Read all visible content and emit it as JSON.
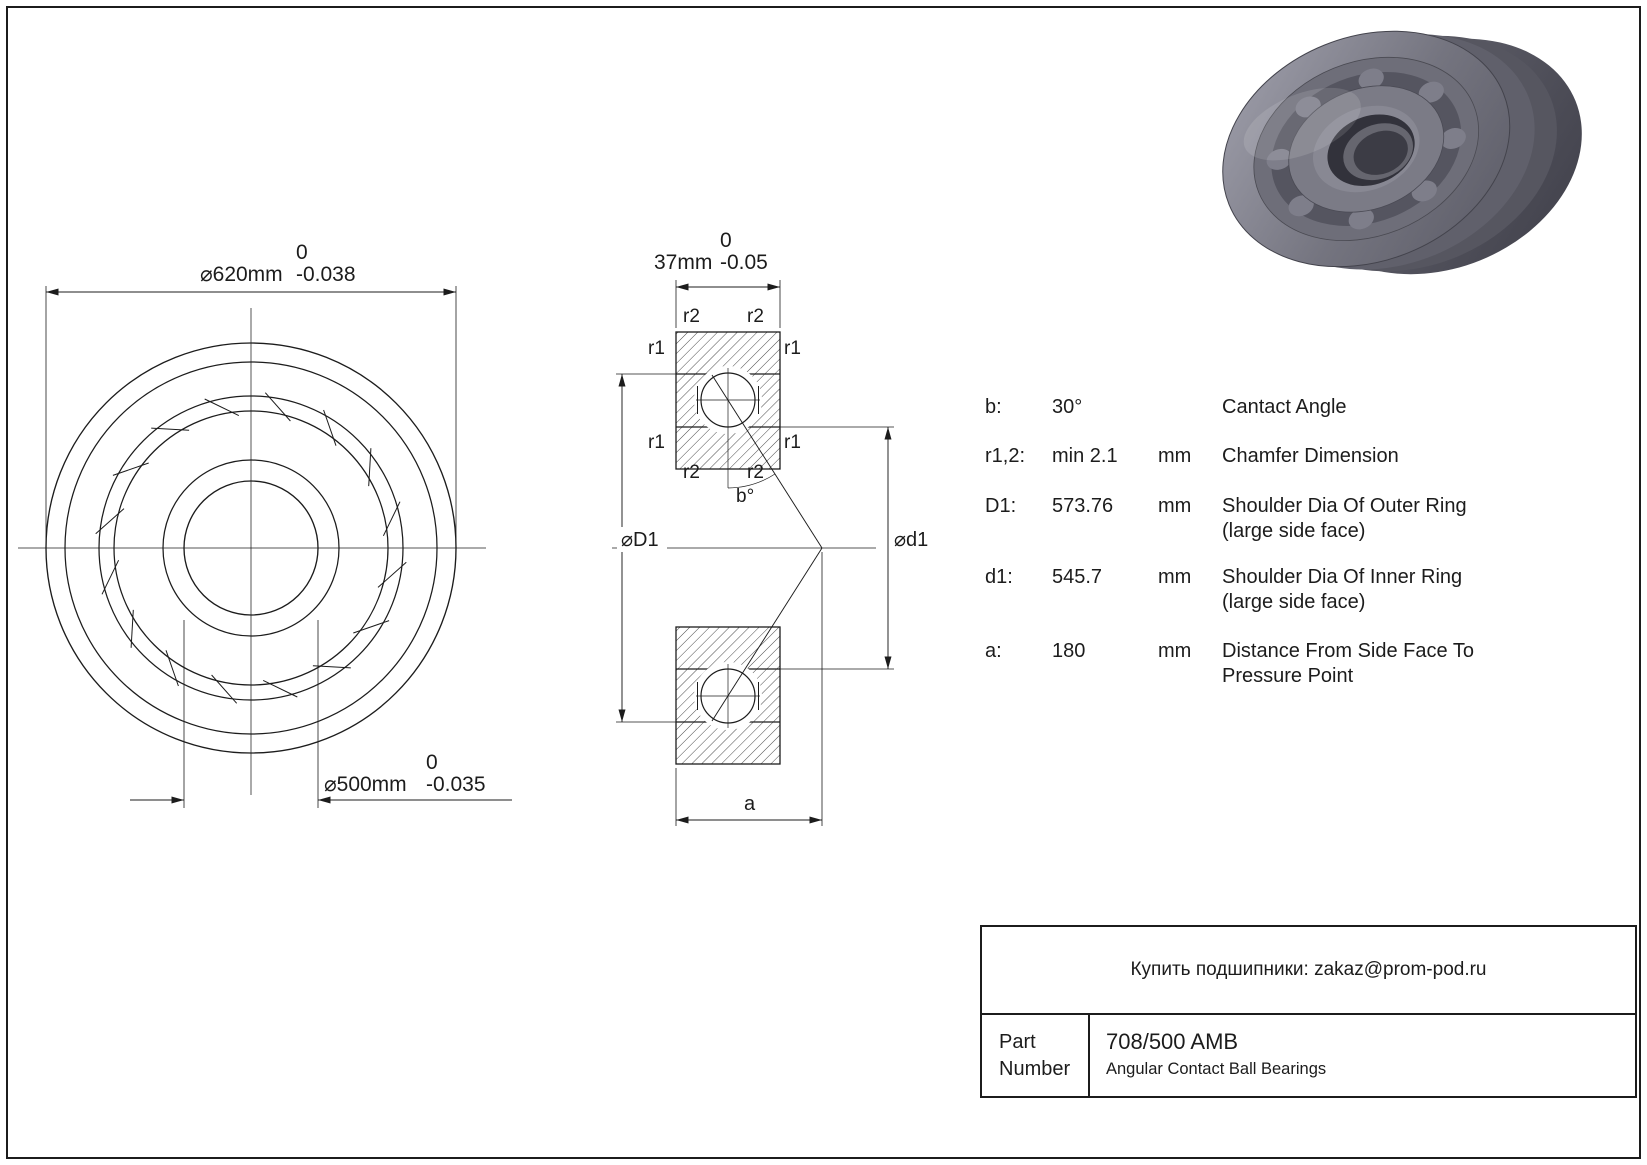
{
  "front_view": {
    "dim_outer": {
      "main": "⌀620mm",
      "tol_upper": "0",
      "tol_lower": "-0.038"
    },
    "dim_bore": {
      "main": "⌀500mm",
      "tol_upper": "0",
      "tol_lower": "-0.035"
    }
  },
  "section_view": {
    "dim_width": {
      "main": "37mm",
      "tol_upper": "0",
      "tol_lower": "-0.05"
    },
    "label_r1": "r1",
    "label_r2": "r2",
    "label_outer_shoulder": "⌀D1",
    "label_inner_shoulder": "⌀d1",
    "label_contact_angle": "b°",
    "label_pressure_distance": "a"
  },
  "specs": {
    "rows": [
      {
        "key": "b:",
        "value": "30°",
        "unit": "",
        "desc_line1": "Cantact Angle",
        "desc_line2": ""
      },
      {
        "key": "r1,2:",
        "value": "min 2.1",
        "unit": "mm",
        "desc_line1": "Chamfer Dimension",
        "desc_line2": ""
      },
      {
        "key": "D1:",
        "value": "573.76",
        "unit": "mm",
        "desc_line1": "Shoulder Dia Of Outer Ring",
        "desc_line2": "(large side face)"
      },
      {
        "key": "d1:",
        "value": "545.7",
        "unit": "mm",
        "desc_line1": "Shoulder Dia Of Inner Ring",
        "desc_line2": "(large side face)"
      },
      {
        "key": "a:",
        "value": "180",
        "unit": "mm",
        "desc_line1": "Distance From Side Face To",
        "desc_line2": "Pressure Point"
      }
    ]
  },
  "title_block": {
    "contact_line": "Купить подшипники: zakaz@prom-pod.ru",
    "part_label_line1": "Part",
    "part_label_line2": "Number",
    "part_number": "708/500 AMB",
    "bearing_type": "Angular Contact Ball Bearings"
  },
  "colors": {
    "line": "#1c1c1c",
    "render_dark": "#32323b",
    "render_mid": "#6e6e79",
    "render_light": "#888893"
  }
}
